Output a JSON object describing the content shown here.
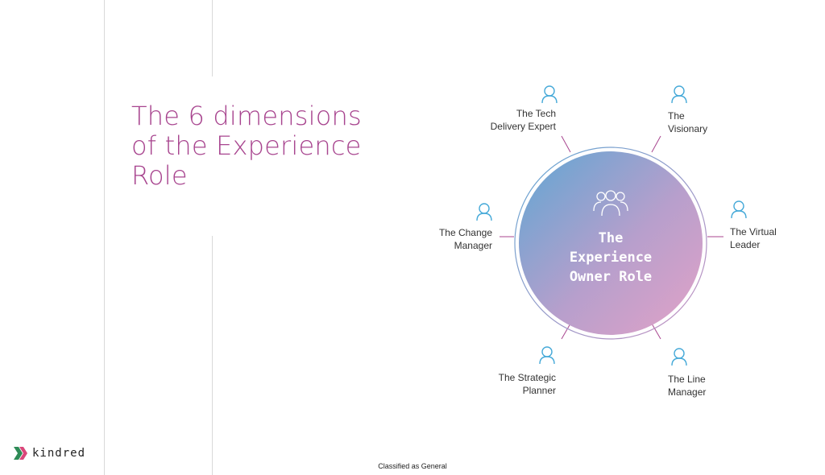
{
  "title": {
    "line1": "The 6 dimensions",
    "line2": "of the Experience",
    "line3": "Role"
  },
  "center": {
    "line1": "The",
    "line2": "Experience",
    "line3": "Owner Role"
  },
  "dimensions": [
    {
      "line1": "The Tech",
      "line2": "Delivery Expert"
    },
    {
      "line1": "The",
      "line2": "Visionary"
    },
    {
      "line1": "The Virtual",
      "line2": "Leader"
    },
    {
      "line1": "The Line",
      "line2": "Manager"
    },
    {
      "line1": "The Strategic",
      "line2": "Planner"
    },
    {
      "line1": "The Change",
      "line2": "Manager"
    }
  ],
  "logo": {
    "text": "kindred"
  },
  "footer": {
    "classification": "Classified as General"
  },
  "colors": {
    "title": "#a8458f",
    "gradient_start": "#5fa6d3",
    "gradient_end": "#d89fc8",
    "icon": "#45a9d8",
    "connector": "#a8458f"
  },
  "icons": {
    "person": "person-icon",
    "group": "group-icon"
  }
}
